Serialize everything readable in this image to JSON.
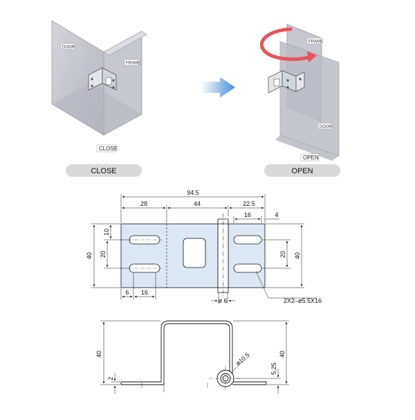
{
  "close_panel": {
    "door_tag": "DOOR",
    "frame_tag": "FRAME",
    "state_label": "CLOSE",
    "pill_label": "CLOSE"
  },
  "open_panel": {
    "frame_tag": "FRAME",
    "door_tag": "DOOR",
    "state_label": "OPEN",
    "pill_label": "OPEN"
  },
  "colors": {
    "panel_face": "#c9c9d0",
    "panel_dark": "#a9a9b4",
    "hinge_blue": "#d8e6f3",
    "arrow_blue": "#4a8fd8",
    "rotate_red": "#e8545a",
    "pill_gray": "#d9d9d9"
  },
  "front_view": {
    "dims": {
      "overall_width": "94.5",
      "seg_left": "28",
      "seg_middle": "44",
      "seg_right": "22.5",
      "right_slot_span": "16",
      "right_edge": "4",
      "left_10": "10",
      "left_20": "20",
      "left_40": "40",
      "right_20": "20",
      "right_40": "40",
      "bottom_6": "6",
      "bottom_16": "16",
      "pin_dia": "ø 6",
      "callout": "2X2–ø5.5X16"
    }
  },
  "side_view": {
    "dims": {
      "left_40": "40",
      "left_2": "2",
      "right_40": "40",
      "right_5_25": "5.25",
      "knuckle_dia": "ø10.5"
    }
  }
}
